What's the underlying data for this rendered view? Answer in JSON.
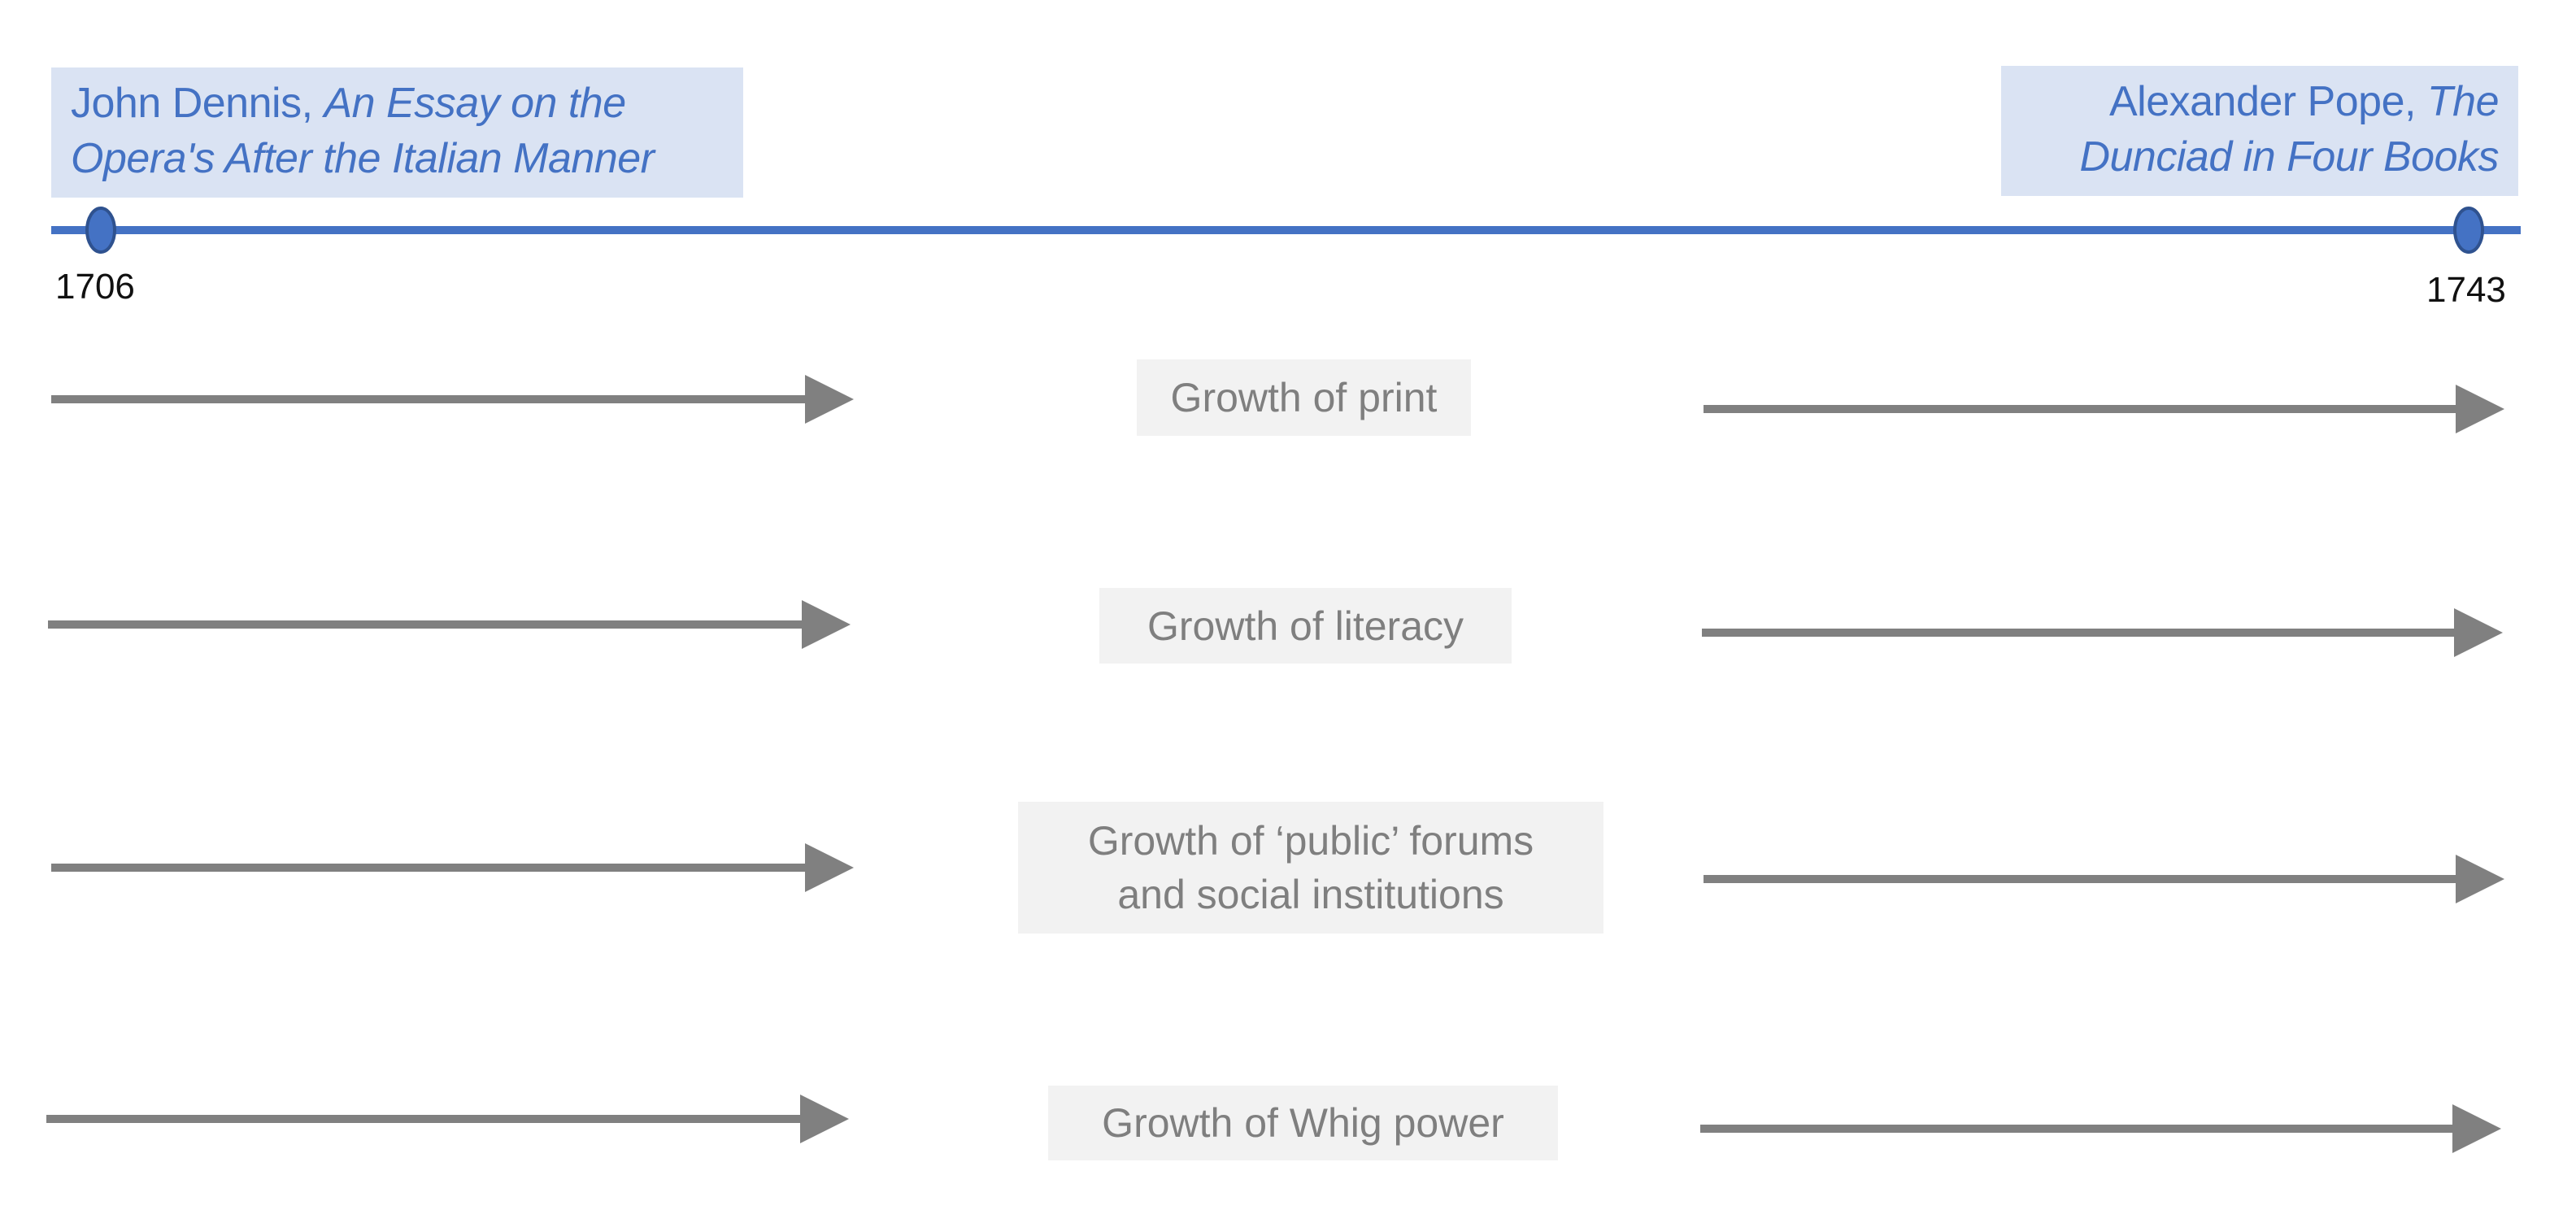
{
  "timeline": {
    "start": {
      "author": "John Dennis, ",
      "title": "An Essay on the Opera's After the Italian Manner",
      "year": "1706"
    },
    "end": {
      "author": "Alexander Pope, ",
      "title": "The Dunciad in Four Books",
      "year": "1743"
    }
  },
  "trends": [
    {
      "label": "Growth of print"
    },
    {
      "label": "Growth of literacy"
    },
    {
      "label": "Growth of ‘public’ forums and social institutions"
    },
    {
      "label": "Growth of Whig power"
    }
  ],
  "colors": {
    "accent": "#4472c4",
    "accent_bg": "#dae3f3",
    "arrow": "#808080",
    "label_bg": "#f2f2f2",
    "label_text": "#7f7f7f"
  }
}
